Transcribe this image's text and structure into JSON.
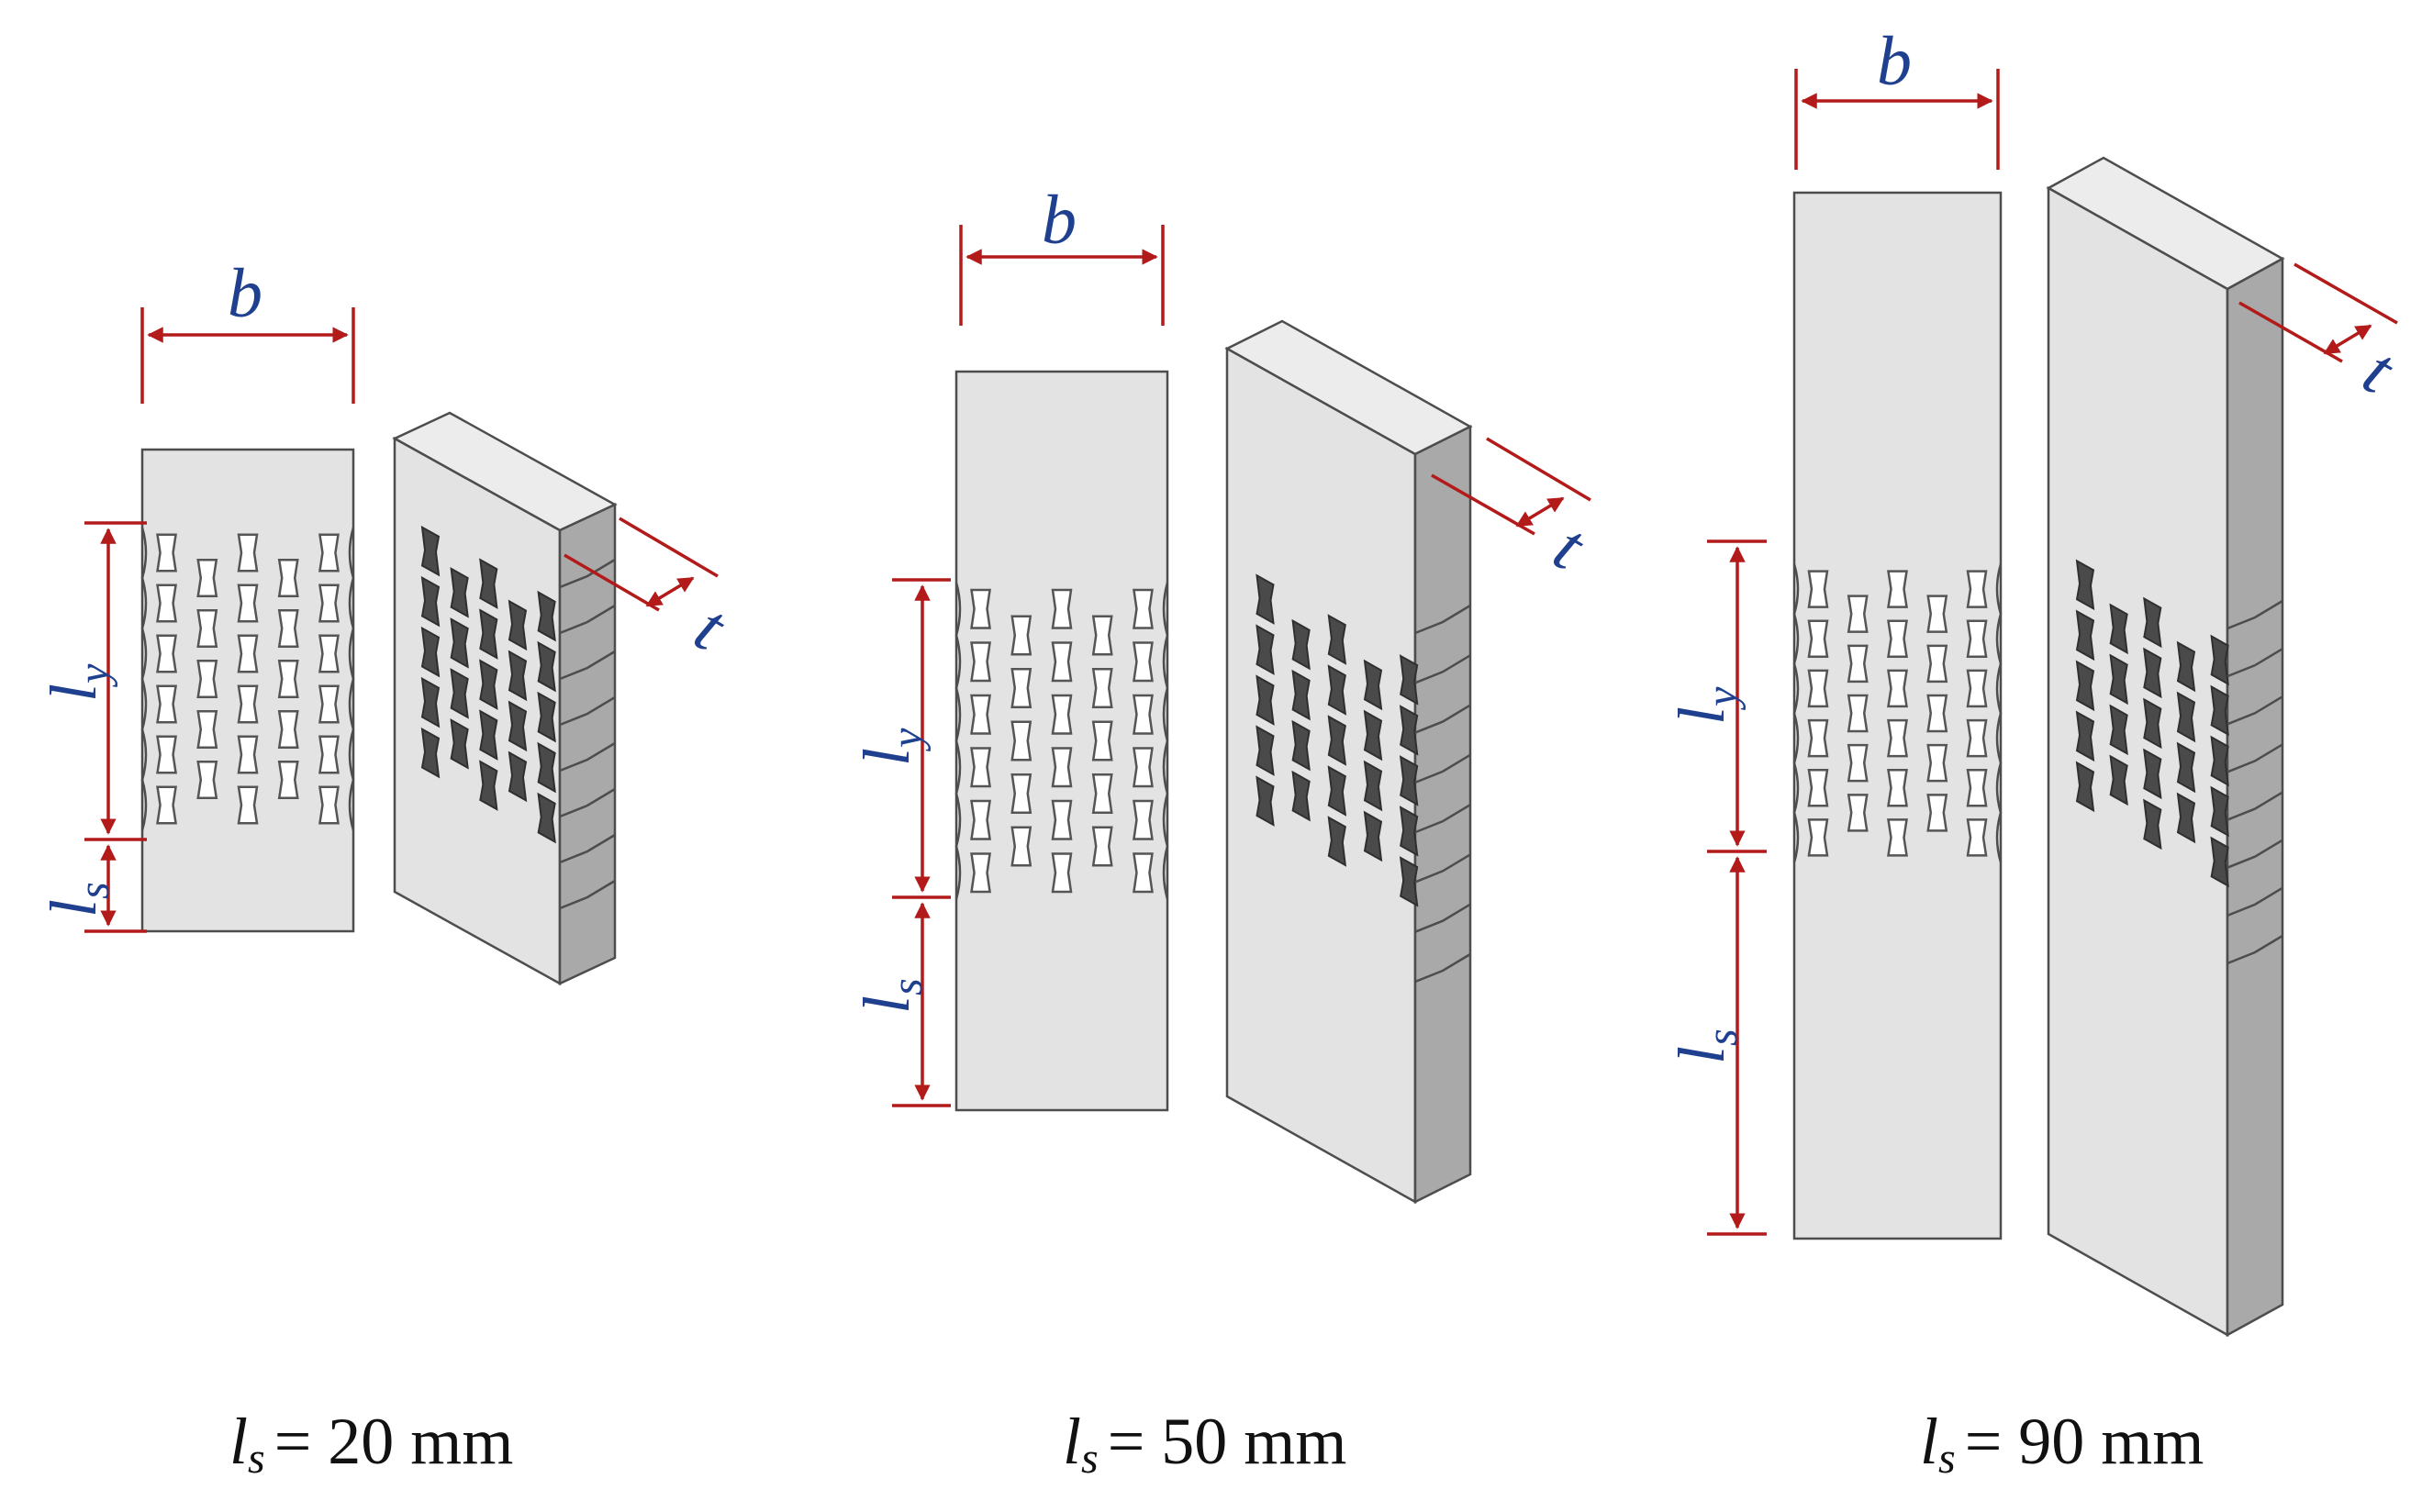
{
  "labels": {
    "width": "b",
    "thickness": "t",
    "yield_length": "l",
    "yield_sub": "y",
    "solid_length": "l",
    "solid_sub": "s"
  },
  "specimens": [
    {
      "caption_sym": "l",
      "caption_sub": "s",
      "caption_value": "= 20 mm"
    },
    {
      "caption_sym": "l",
      "caption_sub": "s",
      "caption_value": "= 50 mm"
    },
    {
      "caption_sym": "l",
      "caption_sub": "s",
      "caption_value": "= 90 mm"
    }
  ],
  "colors": {
    "dimension_lines": "#b31b1b",
    "symbols": "#1f3f8f",
    "front_face": "#e3e3e3",
    "side_face": "#a9a9a9"
  }
}
